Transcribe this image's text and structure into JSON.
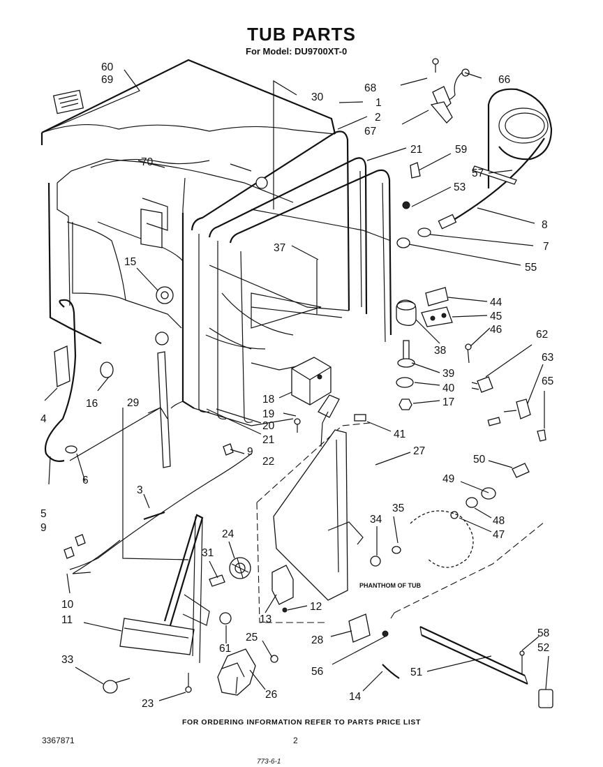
{
  "header": {
    "title": "TUB PARTS",
    "subtitle": "For Model: DU9700XT-0"
  },
  "footer": {
    "ordering_note": "FOR ORDERING INFORMATION REFER TO PARTS PRICE LIST",
    "doc_number": "3367871",
    "page_number": "2",
    "handwritten_mark": "773-6-1"
  },
  "diagram": {
    "annotation": "PHANTHOM OF TUB",
    "callouts": [
      "60",
      "69",
      "30",
      "68",
      "66",
      "1",
      "2",
      "67",
      "21",
      "59",
      "57",
      "70",
      "53",
      "8",
      "7",
      "55",
      "37",
      "15",
      "44",
      "45",
      "46",
      "38",
      "62",
      "63",
      "39",
      "65",
      "40",
      "17",
      "18",
      "19",
      "16",
      "29",
      "20",
      "21",
      "41",
      "4",
      "9",
      "22",
      "27",
      "50",
      "6",
      "49",
      "48",
      "47",
      "3",
      "35",
      "34",
      "24",
      "5",
      "9",
      "31",
      "12",
      "10",
      "11",
      "13",
      "28",
      "25",
      "58",
      "52",
      "61",
      "56",
      "51",
      "33",
      "26",
      "14",
      "23"
    ]
  }
}
